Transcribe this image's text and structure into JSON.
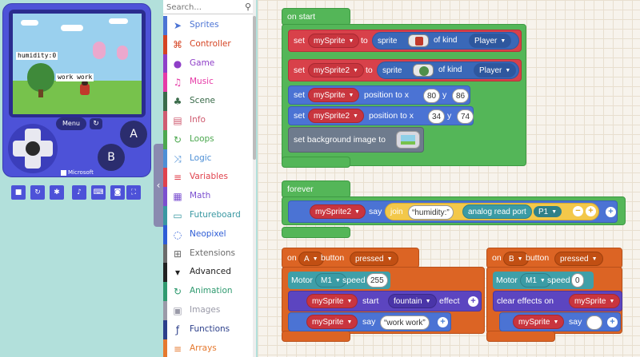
{
  "simulator": {
    "speech_humidity": "humidity:0",
    "speech_work": "work work",
    "menu_label": "Menu",
    "button_a": "A",
    "button_b": "B",
    "brand": "Microsoft"
  },
  "toolbox": {
    "search_placeholder": "Search...",
    "categories": [
      {
        "label": "Sprites",
        "color": "#4b73d4",
        "icon": "paper-plane-icon"
      },
      {
        "label": "Controller",
        "color": "#d54322",
        "icon": "gamepad-icon"
      },
      {
        "label": "Game",
        "color": "#8f3fc8",
        "icon": "circle-icon"
      },
      {
        "label": "Music",
        "color": "#e63aa6",
        "icon": "headphones-icon"
      },
      {
        "label": "Scene",
        "color": "#3a6b4a",
        "icon": "tree-icon"
      },
      {
        "label": "Info",
        "color": "#cf5b70",
        "icon": "id-card-icon"
      },
      {
        "label": "Loops",
        "color": "#4ca84f",
        "icon": "refresh-icon"
      },
      {
        "label": "Logic",
        "color": "#4d8fd6",
        "icon": "shuffle-icon"
      },
      {
        "label": "Variables",
        "color": "#e0424d",
        "icon": "list-icon"
      },
      {
        "label": "Math",
        "color": "#7b4fd0",
        "icon": "calculator-icon"
      },
      {
        "label": "Futureboard",
        "color": "#3a98a2",
        "icon": "screen-icon"
      },
      {
        "label": "Neopixel",
        "color": "#2e5dd6",
        "icon": "dotted-circle-icon"
      },
      {
        "label": "Extensions",
        "color": "#6b6b6b",
        "icon": "plus-square-icon"
      },
      {
        "label": "Advanced",
        "color": "#222222",
        "icon": "chevron-down-icon"
      },
      {
        "label": "Animation",
        "color": "#2f9a6f",
        "icon": "refresh-icon"
      },
      {
        "label": "Images",
        "color": "#9a9aa8",
        "icon": "image-icon"
      },
      {
        "label": "Functions",
        "color": "#2c3f8a",
        "icon": "function-icon"
      },
      {
        "label": "Arrays",
        "color": "#e5792f",
        "icon": "list-icon"
      }
    ]
  },
  "blocks": {
    "on_start": {
      "hat": "on start",
      "set": "set",
      "to": "to",
      "sprite": "sprite",
      "of_kind": "of kind",
      "var1": "mySprite",
      "var2": "mySprite2",
      "kind1": "Player",
      "kind2": "Player",
      "position_to_x": "position to x",
      "y": "y",
      "x1": "80",
      "y1": "86",
      "x2": "34",
      "y2": "74",
      "bg": "set background image to"
    },
    "forever": {
      "hat": "forever",
      "var": "mySprite2",
      "say": "say",
      "join": "join",
      "text": "humidity:",
      "analog": "analog read port",
      "port": "P1"
    },
    "on_a": {
      "on": "on",
      "button": "A",
      "button_word": "button",
      "event": "pressed",
      "motor": "Motor",
      "motor_id": "M1",
      "speed": "speed",
      "speed_val": "255",
      "var": "mySprite",
      "start": "start",
      "effect_name": "fountain",
      "effect": "effect",
      "say": "say",
      "say_text": "work work"
    },
    "on_b": {
      "on": "on",
      "button": "B",
      "button_word": "button",
      "event": "pressed",
      "motor": "Motor",
      "motor_id": "M1",
      "speed": "speed",
      "speed_val": "0",
      "clear": "clear effects on",
      "var": "mySprite",
      "say": "say",
      "say_text": ""
    }
  }
}
